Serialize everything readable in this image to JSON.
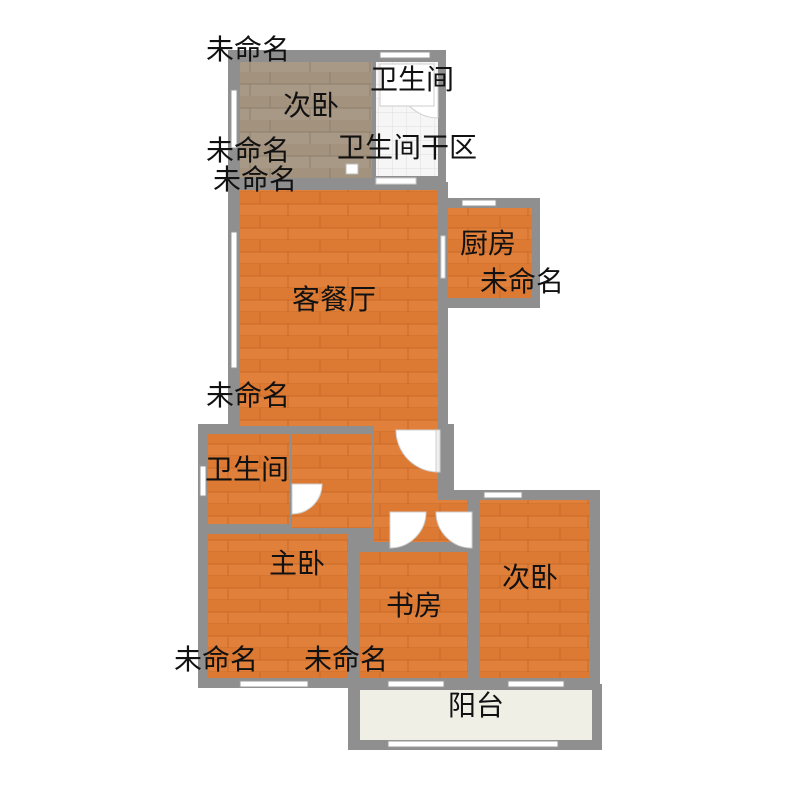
{
  "colors": {
    "wall": "#8f8f8f",
    "floor_wood_orange": "#e0803a",
    "floor_wood_dark": "#c86a28",
    "floor_gray_wood": "#a89886",
    "floor_tile": "#f5f5f5",
    "balcony": "#efefe6",
    "window": "#ffffff",
    "door_arc": "#dddddd",
    "label": "#111111"
  },
  "rooms": {
    "second_bedroom_top": "次卧",
    "bathroom_top": "卫生间",
    "bathroom_dry_area": "卫生间干区",
    "kitchen": "厨房",
    "living_dining": "客餐厅",
    "bathroom_master": "卫生间",
    "master_bedroom": "主卧",
    "study": "书房",
    "second_bedroom_bottom": "次卧",
    "balcony": "阳台"
  },
  "unnamed": {
    "u1": "未命名",
    "u2": "未命名",
    "u3": "未命名",
    "u4": "未命名",
    "u5": "未命名",
    "u6": "未命名",
    "u7": "未命名"
  }
}
